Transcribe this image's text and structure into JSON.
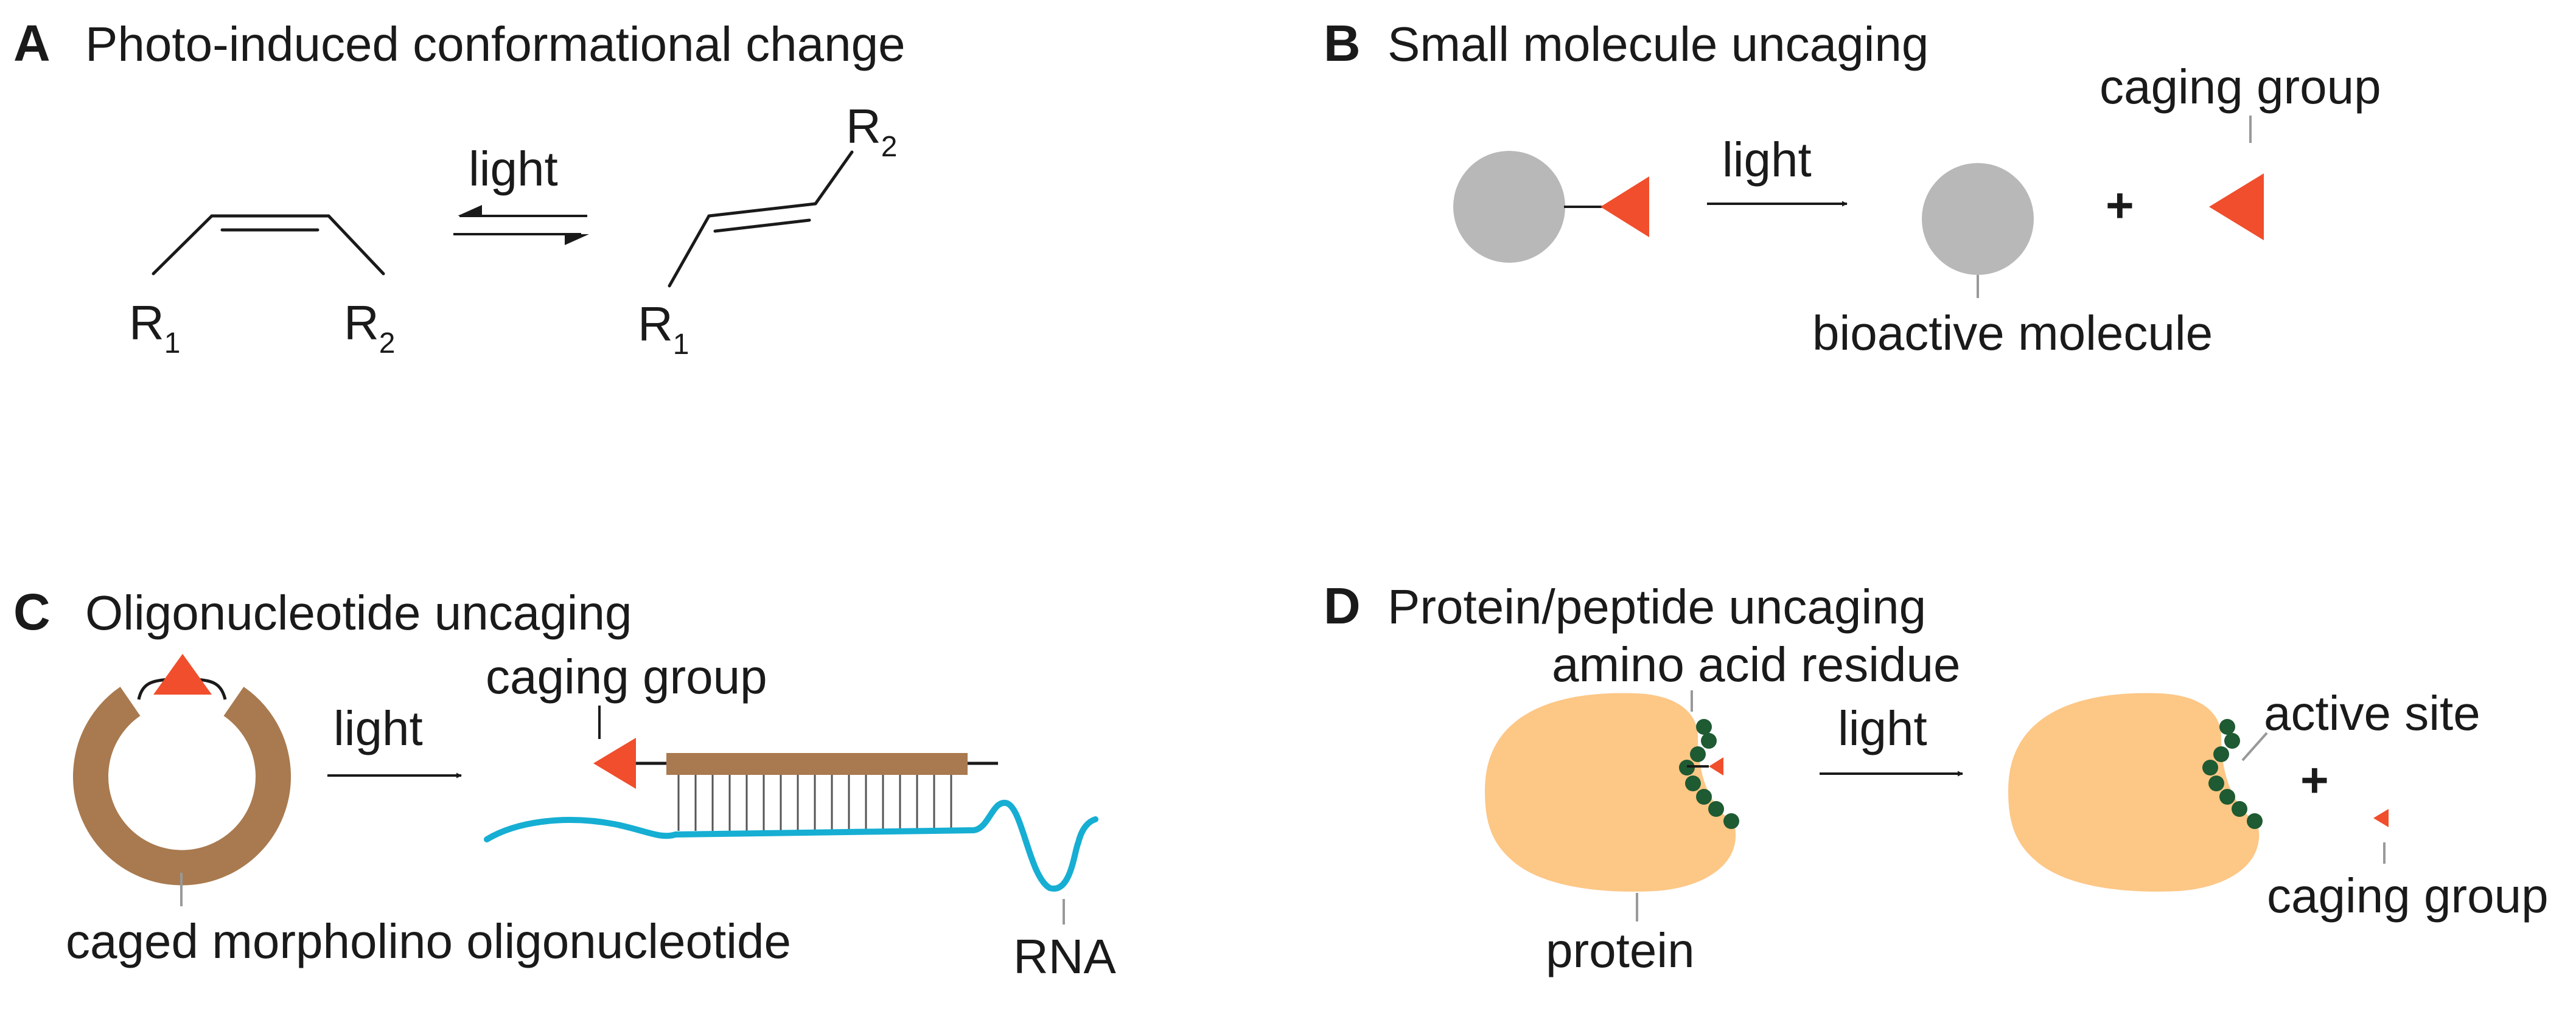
{
  "panels": {
    "A": {
      "letter": "A",
      "title": "Photo-induced conformational change",
      "arrow_label": "light",
      "left": {
        "r1": "R",
        "r1_sub": "1",
        "r2": "R",
        "r2_sub": "2"
      },
      "right": {
        "r1": "R",
        "r1_sub": "1",
        "r2": "R",
        "r2_sub": "2"
      }
    },
    "B": {
      "letter": "B",
      "title": "Small molecule uncaging",
      "arrow_label": "light",
      "plus": "+",
      "caging_group_label": "caging group",
      "bioactive_label": "bioactive molecule"
    },
    "C": {
      "letter": "C",
      "title": "Oligonucleotide uncaging",
      "arrow_label": "light",
      "caging_group_label": "caging group",
      "morpholino_label": "caged morpholino oligonucleotide",
      "rna_label": "RNA"
    },
    "D": {
      "letter": "D",
      "title": "Protein/peptide uncaging",
      "arrow_label": "light",
      "plus": "+",
      "residue_label": "amino acid residue",
      "active_site_label": "active site",
      "protein_label": "protein",
      "caging_group_label": "caging group"
    }
  },
  "colors": {
    "caging_group": "#f04e2c",
    "small_molecule": "#b8b8b8",
    "morpholino": "#a97a4f",
    "rna": "#16aed3",
    "protein": "#fdc786",
    "residue": "#1e5a32",
    "line": "#1a1a1a",
    "leader": "#999999"
  }
}
